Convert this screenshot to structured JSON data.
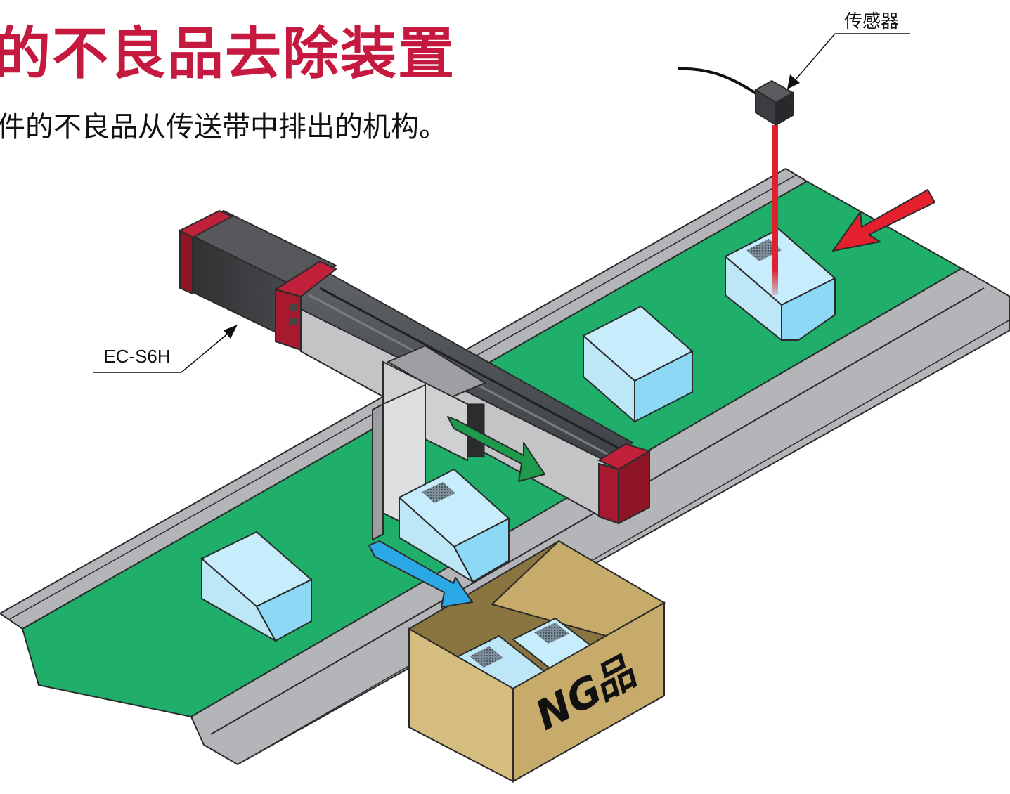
{
  "title": "的不良品去除装置",
  "subtitle": "件的不良品从传送带中排出的机构。",
  "labels": {
    "sensor": "传感器",
    "actuator": "EC-S6H",
    "ng_box": "NG品"
  },
  "colors": {
    "title": "#c6193f",
    "belt": "#20ae6b",
    "rail": "#b3b5b8",
    "box_light": "#c7ecfb",
    "box_right": "#8dd8f5",
    "cardboard_front": "#d4bd7e",
    "cardboard_side": "#c6ab6a",
    "actuator_end_cap": "#a6192e",
    "laser": "#e0202c",
    "arrow_conveyor": "#e5202e",
    "arrow_actuator": "#1e9a4c",
    "arrow_reject": "#2aa8e6"
  },
  "icons": {
    "flow_arrow": "arrow-icon",
    "sensor": "sensor-icon"
  }
}
